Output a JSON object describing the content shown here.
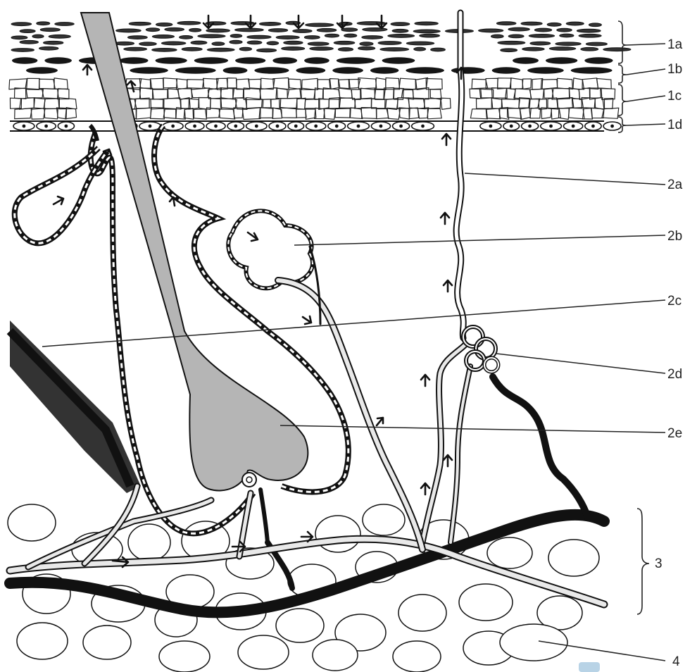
{
  "labels": {
    "l1a": "1a",
    "l1b": "1b",
    "l1c": "1c",
    "l1d": "1d",
    "l2a": "2a",
    "l2b": "2b",
    "l2c": "2c",
    "l2d": "2d",
    "l2e": "2e",
    "l3": "3",
    "l4": "4"
  },
  "colors": {
    "outline": "#1a1a1a",
    "hair_fill": "#b5b5b5",
    "nerve_fill": "#ffffff",
    "dark_vessel": "#111111"
  }
}
